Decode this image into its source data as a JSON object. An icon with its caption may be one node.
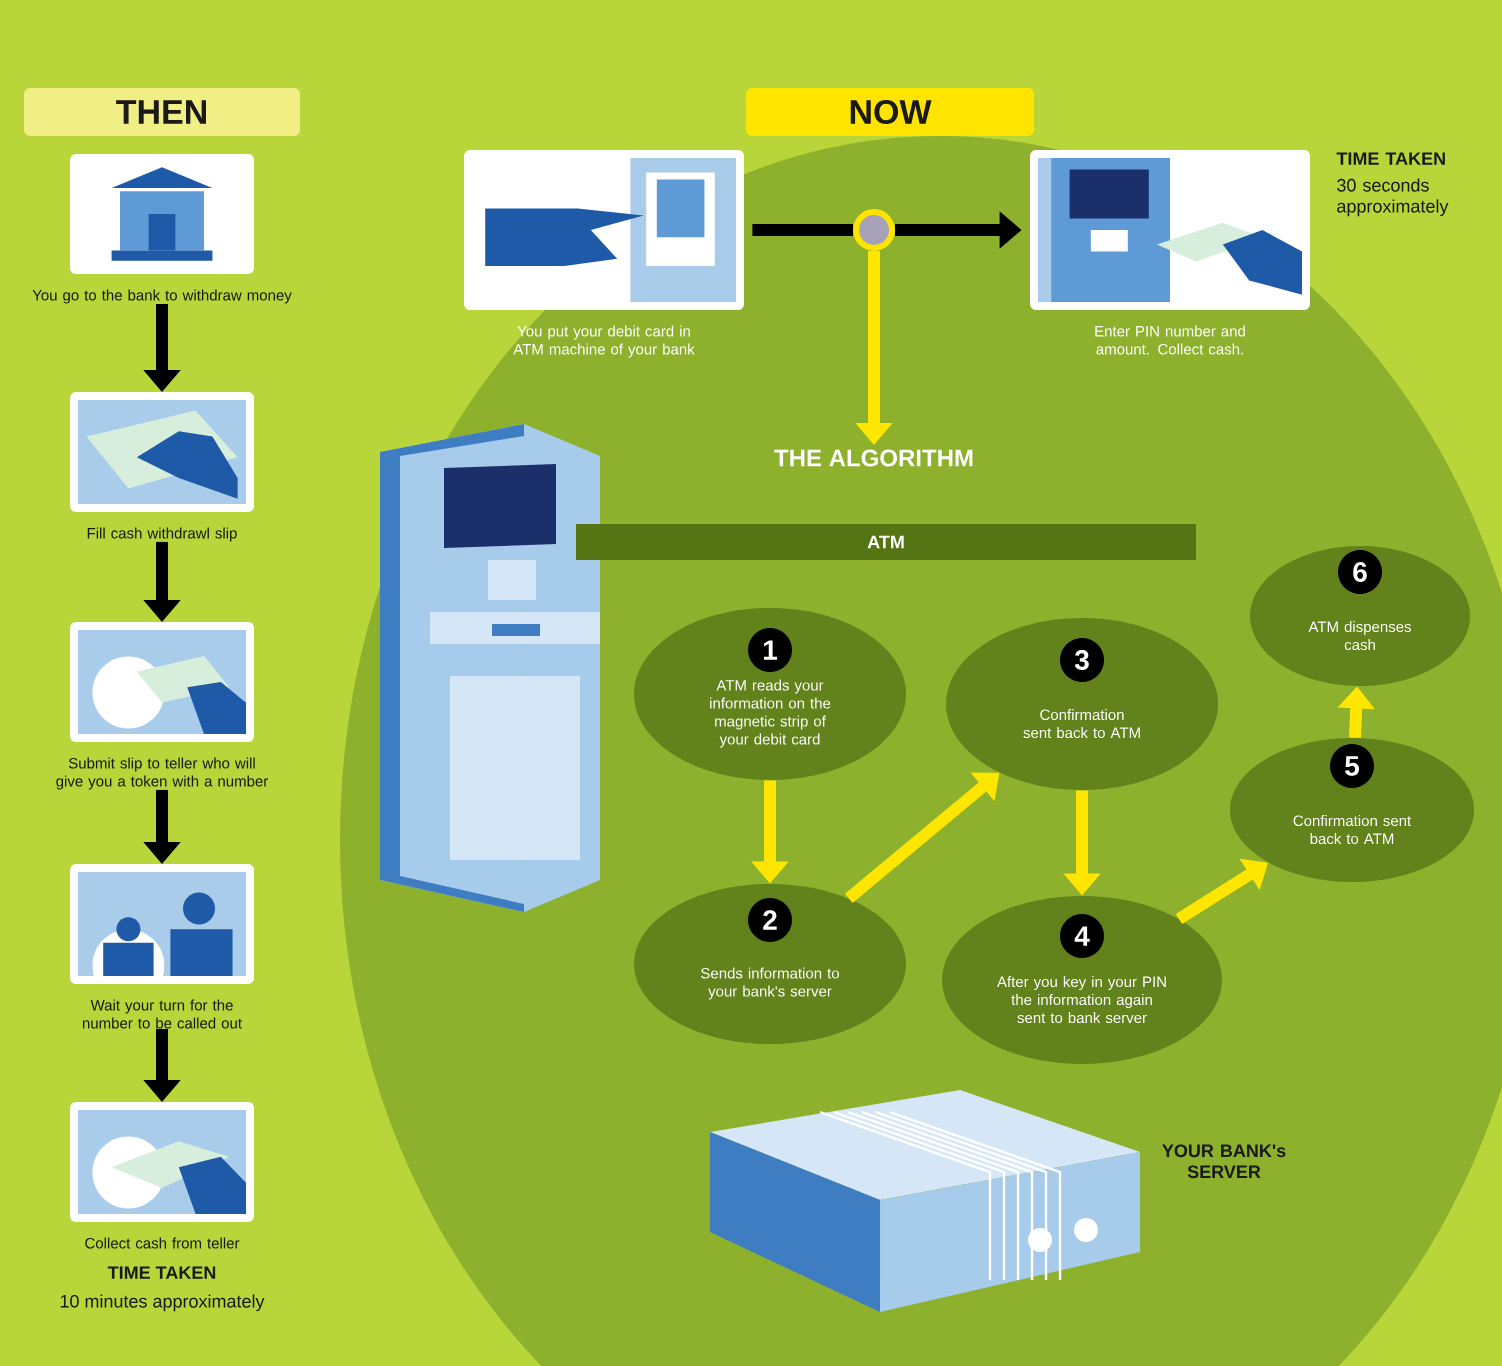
{
  "diagram": {
    "nodes": [
      {
        "text": [
          "THEN"
        ]
      },
      {
        "text": [
          "You go to the bank to withdraw money"
        ]
      },
      {
        "text": [
          "Fill cash withdrawl slip"
        ]
      },
      {
        "text": [
          "Submit slip to teller who will give you a token with a number"
        ]
      },
      {
        "text": [
          "Wait your turn for the number to be called out"
        ]
      },
      {
        "text": [
          "Collect cash from teller"
        ]
      },
      {
        "text": [
          "NOW"
        ]
      },
      {
        "text": [
          "You put your debit card in ATM machine of your bank"
        ]
      },
      {
        "text": [],
        "shape": "circle"
      },
      {
        "text": [
          "Enter PIN number and amount. Collect cash."
        ]
      },
      {
        "text": [
          "THE ALGORITHM"
        ]
      },
      {
        "text": [
          "ATM"
        ]
      },
      {
        "text": [
          "1",
          "ATM reads your information on the magnetic strip of your debit card"
        ]
      },
      {
        "text": [
          "2",
          "Sends information to your bank's server"
        ]
      },
      {
        "text": [
          "3",
          "Confirmation sent back to ATM"
        ]
      },
      {
        "text": [
          "4",
          "After you key in your PIN the information again sent to bank server"
        ]
      },
      {
        "text": [
          "5",
          "Confirmation sent back to ATM"
        ]
      },
      {
        "text": [
          "6",
          "ATM dispenses cash"
        ]
      }
    ],
    "edges": [
      {
        "from": 1,
        "to": 2,
        "arrow": "to"
      },
      {
        "from": 2,
        "to": 3,
        "arrow": "to"
      },
      {
        "from": 3,
        "to": 4,
        "arrow": "to"
      },
      {
        "from": 4,
        "to": 5,
        "arrow": "to"
      },
      {
        "from": 7,
        "to": 8,
        "arrow": "none"
      },
      {
        "from": 8,
        "to": 9,
        "arrow": "to"
      },
      {
        "from": 8,
        "to": 10,
        "arrow": "to",
        "color": "#ffe600"
      },
      {
        "from": 12,
        "to": 13,
        "arrow": "to",
        "color": "#ffe600"
      },
      {
        "from": 13,
        "to": 14,
        "arrow": "to",
        "color": "#ffe600"
      },
      {
        "from": 14,
        "to": 15,
        "arrow": "to",
        "color": "#ffe600"
      },
      {
        "from": 15,
        "to": 16,
        "arrow": "to",
        "color": "#ffe600"
      },
      {
        "from": 16,
        "to": 17,
        "arrow": "to",
        "color": "#ffe600"
      }
    ],
    "labels": [
      "TIME TAKEN",
      "30 seconds approximately",
      "YOUR BANK's SERVER",
      "TIME TAKEN",
      "10 minutes approximately"
    ]
  }
}
